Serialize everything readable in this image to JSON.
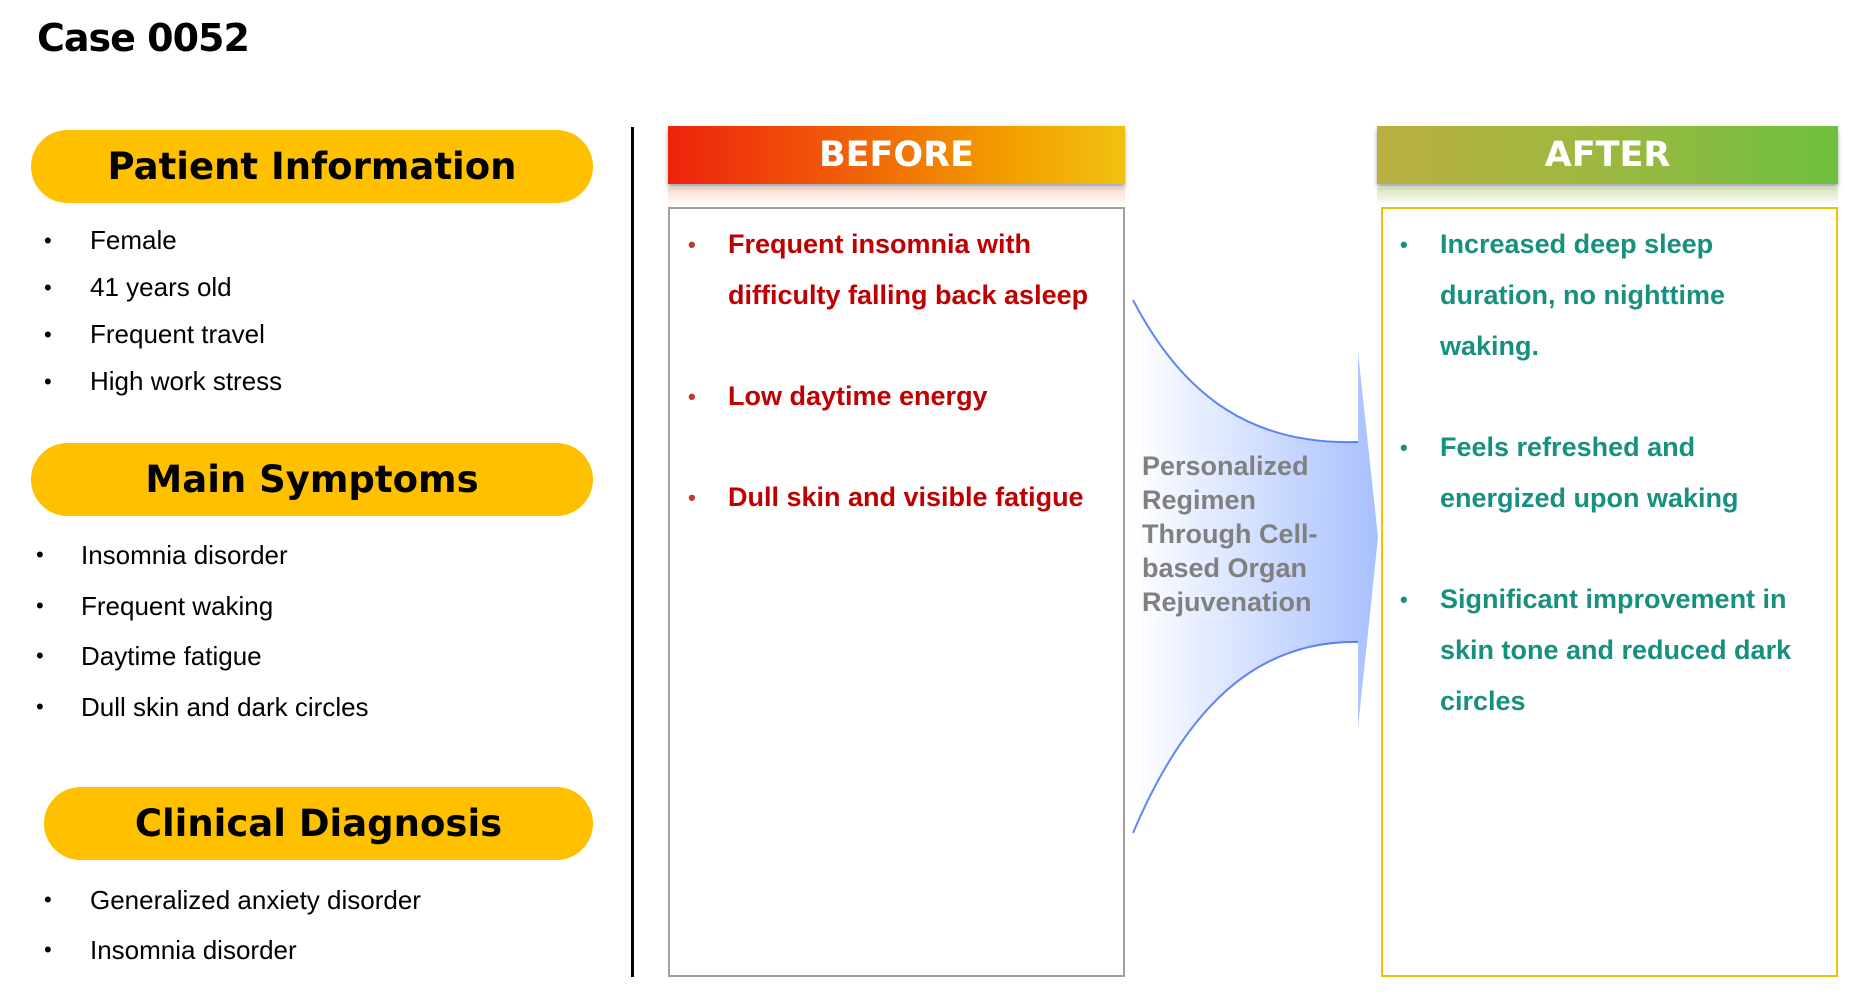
{
  "title": "Case 0052",
  "patient_information": {
    "heading": "Patient Information",
    "items": [
      "Female",
      "41 years old",
      "Frequent travel",
      "High work stress"
    ]
  },
  "main_symptoms": {
    "heading": "Main Symptoms",
    "items": [
      "Insomnia disorder",
      "Frequent waking",
      "Daytime fatigue",
      "Dull skin and dark circles"
    ]
  },
  "clinical_diagnosis": {
    "heading": "Clinical Diagnosis",
    "items": [
      "Generalized anxiety disorder",
      "Insomnia disorder"
    ]
  },
  "before": {
    "heading": "BEFORE",
    "items": [
      [
        "Frequent insomnia with",
        "difficulty falling back asleep"
      ],
      [
        "Low daytime energy"
      ],
      [
        "Dull skin and visible fatigue"
      ]
    ]
  },
  "treatment": {
    "lines": [
      "Personalized",
      "Regimen",
      "Through Cell-",
      "based Organ",
      "Rejuvenation"
    ]
  },
  "after": {
    "heading": "AFTER",
    "items": [
      [
        "Increased deep sleep",
        "duration, no nighttime",
        "waking."
      ],
      [
        "Feels refreshed and",
        "energized upon waking"
      ],
      [
        "Significant improvement in",
        "skin tone and reduced dark",
        "circles"
      ]
    ]
  },
  "colors": {
    "pill": "#ffc000",
    "before_text": "#c00000",
    "after_text": "#17907f",
    "arrow": "#a8c0ff"
  }
}
